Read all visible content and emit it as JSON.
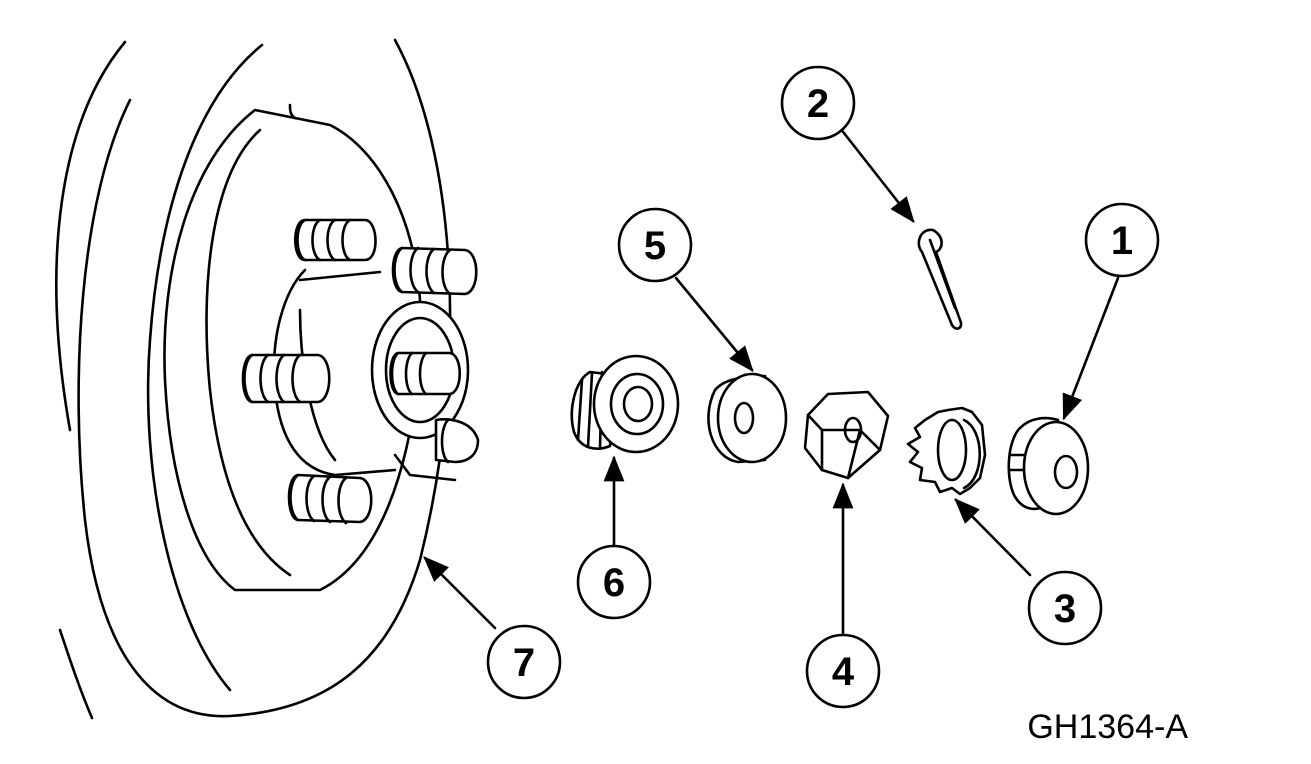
{
  "figure_id": "GH1364-A",
  "callouts": [
    {
      "number": "1"
    },
    {
      "number": "2"
    },
    {
      "number": "3"
    },
    {
      "number": "4"
    },
    {
      "number": "5"
    },
    {
      "number": "6"
    },
    {
      "number": "7"
    }
  ]
}
